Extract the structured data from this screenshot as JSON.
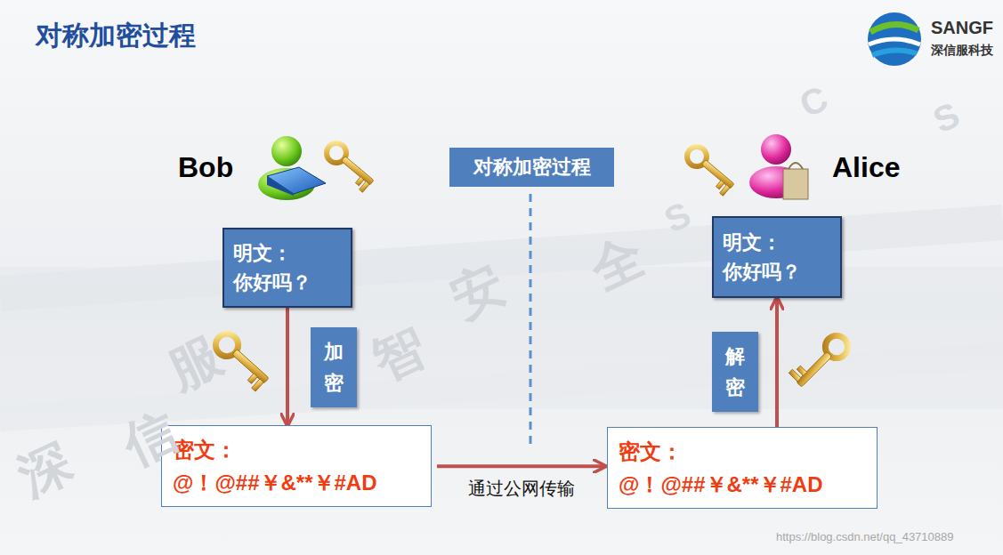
{
  "diagram": {
    "title": "对称加密过程",
    "nodes": [
      {
        "text": [
          "明文：",
          "你好吗？"
        ]
      },
      {
        "text": [
          "加密"
        ]
      },
      {
        "text": [
          "密文：",
          "@！@##￥&**￥#AD"
        ]
      },
      {
        "text": [
          "对称加密过程"
        ]
      },
      {
        "text": [
          "明文：",
          "你好吗？"
        ]
      },
      {
        "text": [
          "解密"
        ]
      },
      {
        "text": [
          "密文：",
          "@！@##￥&**￥#AD"
        ]
      }
    ],
    "edges": [
      {
        "from": 0,
        "to": 2,
        "arrow": "to"
      },
      {
        "from": 2,
        "to": 6,
        "label": "通过公网传输",
        "arrow": "to"
      },
      {
        "from": 6,
        "to": 4,
        "arrow": "to"
      }
    ],
    "labels": [
      "Bob",
      "Alice",
      "SANGF",
      "深信服科技",
      "深",
      "信",
      "服",
      "智",
      "安",
      "全",
      "S",
      "C",
      "S",
      "https://blog.csdn.net/qq_43710889"
    ]
  }
}
